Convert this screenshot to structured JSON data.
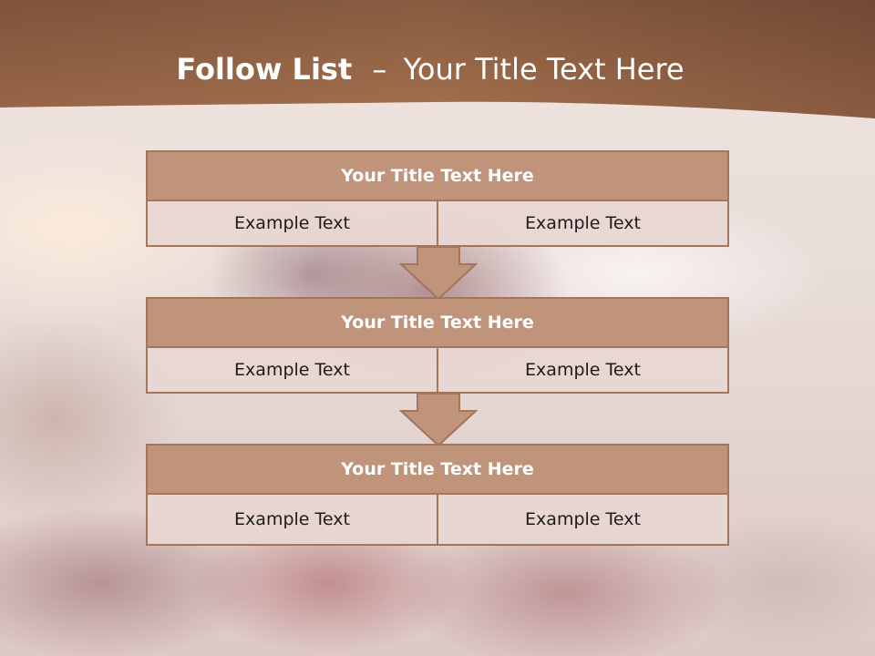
{
  "slide": {
    "title_bold": "Follow List",
    "title_separator": "–",
    "title_rest": "Your Title Text Here"
  },
  "steps": [
    {
      "title": "Your Title Text Here",
      "left": "Example Text",
      "right": "Example Text"
    },
    {
      "title": "Your Title Text Here",
      "left": "Example Text",
      "right": "Example Text"
    },
    {
      "title": "Your Title Text Here",
      "left": "Example Text",
      "right": "Example Text"
    }
  ],
  "colors": {
    "header_band": "#8f5d44",
    "title_box": "#c0937b",
    "border": "#a3745e",
    "cell_fill": "#e8d6d2",
    "arrow_fill": "#c0937b"
  }
}
